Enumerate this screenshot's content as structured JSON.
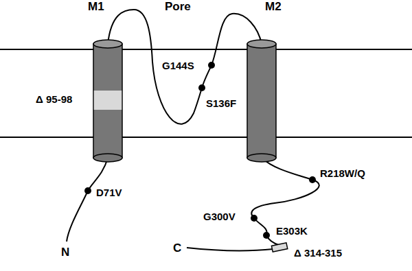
{
  "diagram": {
    "labels": [
      "M1",
      "Pore",
      "M2",
      "Δ 95-98",
      "G144S",
      "S136F",
      "D71V",
      "R218W/Q",
      "G300V",
      "E303K",
      "N",
      "C",
      "Δ 314-315"
    ]
  }
}
